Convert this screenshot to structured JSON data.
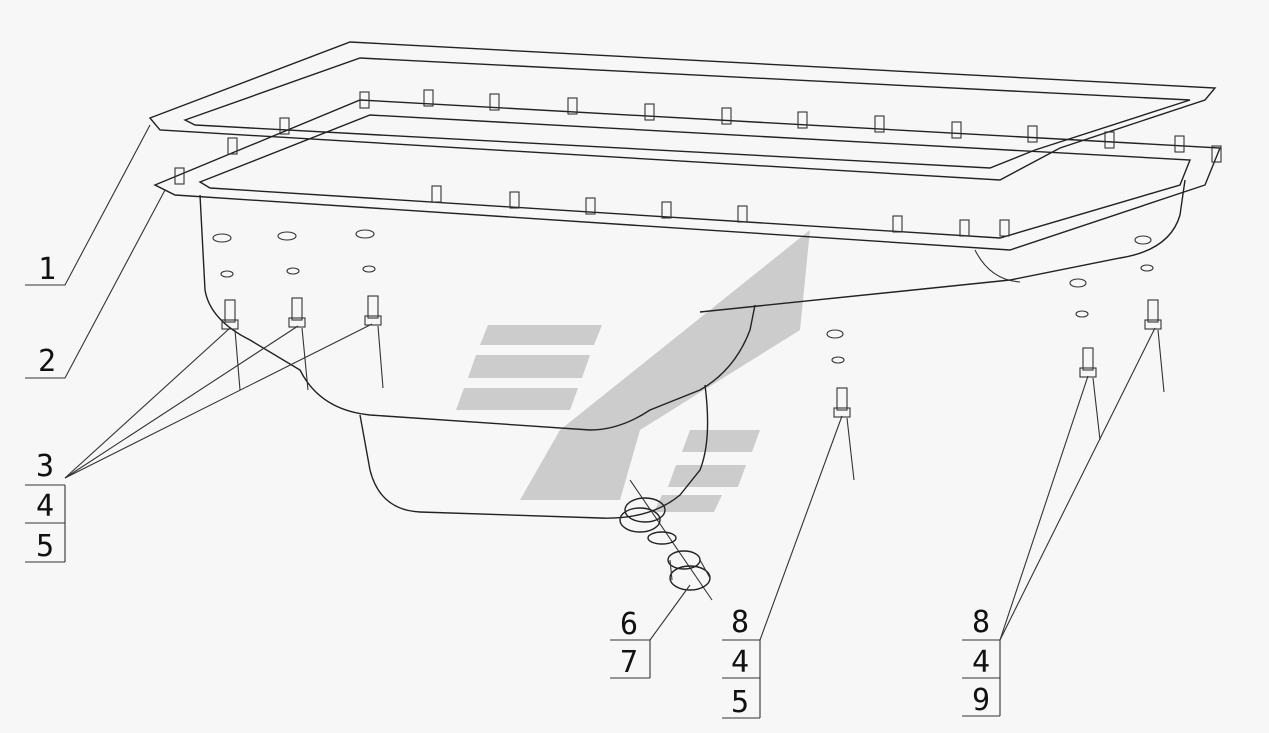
{
  "diagram": {
    "callouts": [
      {
        "id": "c1",
        "lines": [
          "1"
        ]
      },
      {
        "id": "c2",
        "lines": [
          "2"
        ]
      },
      {
        "id": "c3",
        "lines": [
          "3",
          "4",
          "5"
        ]
      },
      {
        "id": "c4",
        "lines": [
          "6",
          "7"
        ]
      },
      {
        "id": "c5",
        "lines": [
          "8",
          "4",
          "5"
        ]
      },
      {
        "id": "c6",
        "lines": [
          "8",
          "4",
          "9"
        ]
      }
    ],
    "colors": {
      "line": "#222222",
      "watermark": "#a9a9a9",
      "background": "#f7f7f7"
    }
  }
}
